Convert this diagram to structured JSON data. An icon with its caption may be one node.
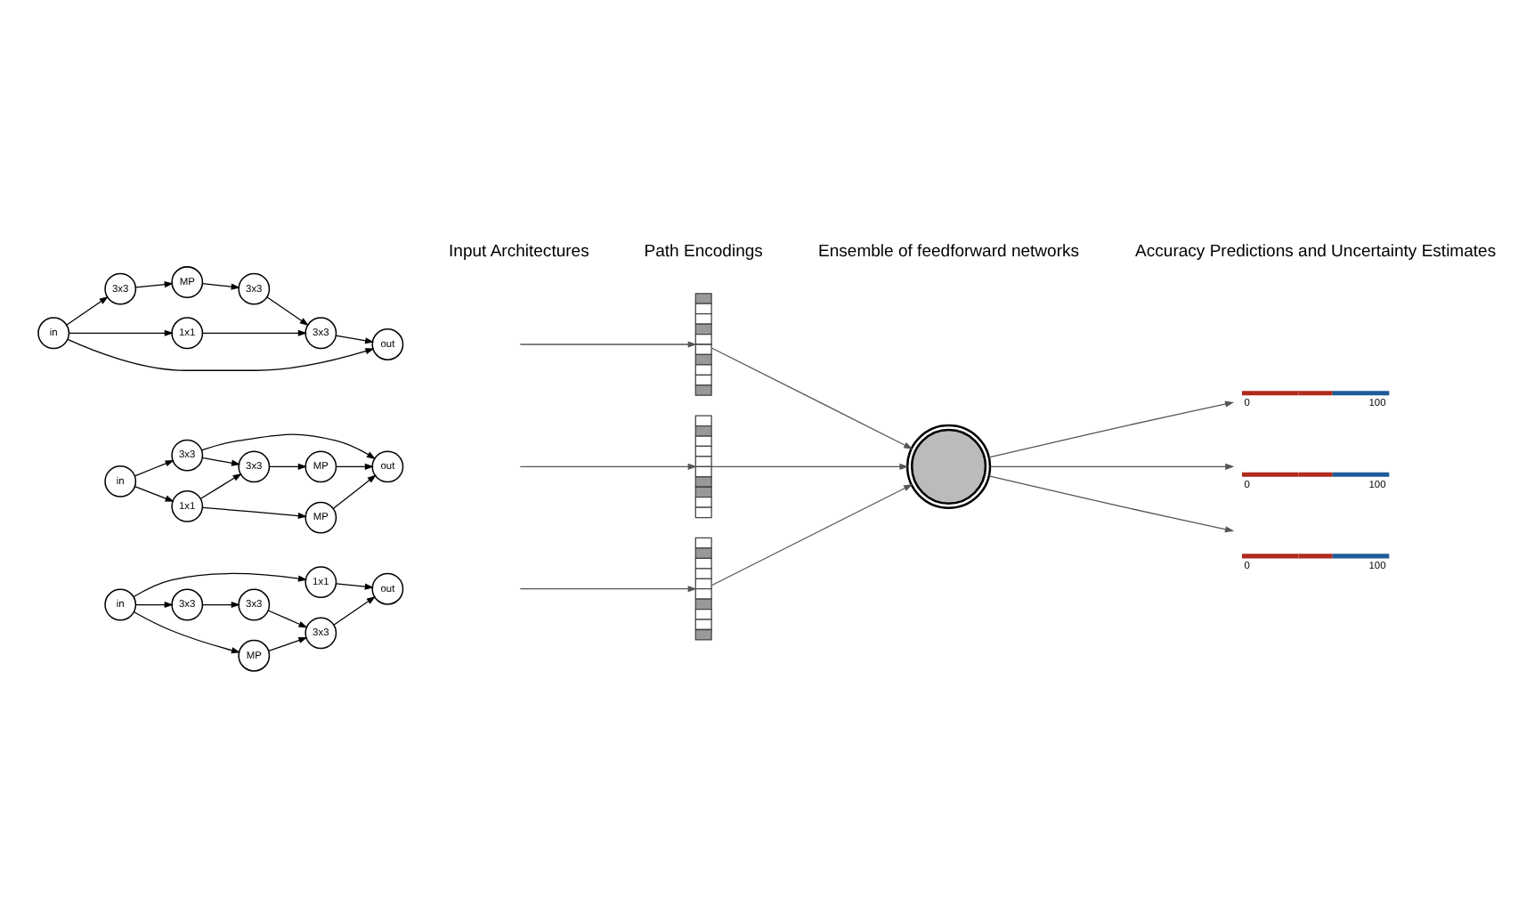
{
  "diagram": {
    "nodes": [
      {
        "text": [
          "out"
        ]
      },
      {
        "text": [
          "3x3"
        ]
      },
      {
        "text": [
          "3x3"
        ]
      },
      {
        "text": [
          "MP"
        ]
      },
      {
        "text": [
          "1x1"
        ]
      },
      {
        "text": [
          "3x3"
        ]
      },
      {
        "text": [
          "in"
        ]
      },
      {
        "text": [
          "out"
        ]
      },
      {
        "text": [
          "MP"
        ]
      },
      {
        "text": [
          "MP"
        ]
      },
      {
        "text": [
          "3x3"
        ]
      },
      {
        "text": [
          "1x1"
        ]
      },
      {
        "text": [
          "3x3"
        ]
      },
      {
        "text": [
          "in"
        ]
      },
      {
        "text": [
          "out"
        ]
      },
      {
        "text": [
          "3x3"
        ]
      },
      {
        "text": [
          "3x3"
        ]
      },
      {
        "text": [
          "MP"
        ]
      },
      {
        "text": [
          "1x1"
        ]
      },
      {
        "text": [
          "3x3"
        ]
      },
      {
        "text": [
          "in"
        ]
      },
      {
        "text": [],
        "shape": "bar"
      },
      {
        "text": [],
        "shape": "bar"
      },
      {
        "text": [],
        "shape": "bar"
      },
      {
        "text": [],
        "shape": "picture"
      },
      {
        "text": [],
        "shape": "picture",
        "beside": [
          "0",
          "100"
        ]
      },
      {
        "text": [],
        "shape": "picture",
        "beside": [
          "0",
          "100"
        ]
      },
      {
        "text": [],
        "shape": "picture",
        "beside": [
          "0",
          "100"
        ]
      }
    ],
    "edges": [
      {
        "from": 6,
        "to": 5,
        "arrow": "to"
      },
      {
        "from": 5,
        "to": 3,
        "arrow": "to"
      },
      {
        "from": 3,
        "to": 2,
        "arrow": "to"
      },
      {
        "from": 2,
        "to": 1,
        "arrow": "to"
      },
      {
        "from": 6,
        "to": 4,
        "arrow": "to"
      },
      {
        "from": 4,
        "to": 1,
        "arrow": "to"
      },
      {
        "from": 1,
        "to": 0,
        "arrow": "to"
      },
      {
        "from": 6,
        "to": 0,
        "arrow": "to"
      },
      {
        "from": 13,
        "to": 11,
        "arrow": "to"
      },
      {
        "from": 13,
        "to": 12,
        "arrow": "to"
      },
      {
        "from": 11,
        "to": 9,
        "arrow": "to"
      },
      {
        "from": 11,
        "to": 10,
        "arrow": "to"
      },
      {
        "from": 12,
        "to": 10,
        "arrow": "to"
      },
      {
        "from": 10,
        "to": 8,
        "arrow": "to"
      },
      {
        "from": 8,
        "to": 7,
        "arrow": "to"
      },
      {
        "from": 9,
        "to": 7,
        "arrow": "to"
      },
      {
        "from": 12,
        "to": 7,
        "arrow": "to"
      },
      {
        "from": 20,
        "to": 19,
        "arrow": "to"
      },
      {
        "from": 19,
        "to": 16,
        "arrow": "to"
      },
      {
        "from": 16,
        "to": 15,
        "arrow": "to"
      },
      {
        "from": 20,
        "to": 17,
        "arrow": "to"
      },
      {
        "from": 17,
        "to": 15,
        "arrow": "to"
      },
      {
        "from": 15,
        "to": 14,
        "arrow": "to"
      },
      {
        "from": 20,
        "to": 18,
        "arrow": "to"
      },
      {
        "from": 18,
        "to": 14,
        "arrow": "to"
      },
      {
        "from": null,
        "to": 21,
        "arrow": "to",
        "color": "#555555"
      },
      {
        "from": null,
        "to": 22,
        "arrow": "to",
        "color": "#555555"
      },
      {
        "from": null,
        "to": 23,
        "arrow": "to",
        "color": "#555555"
      },
      {
        "from": 21,
        "to": 24,
        "arrow": "to",
        "color": "#555555"
      },
      {
        "from": 22,
        "to": 24,
        "arrow": "to",
        "color": "#555555"
      },
      {
        "from": 23,
        "to": 24,
        "arrow": "to",
        "color": "#555555"
      },
      {
        "from": 24,
        "to": 25,
        "arrow": "to",
        "color": "#555555"
      },
      {
        "from": 24,
        "to": 26,
        "arrow": "to",
        "color": "#555555"
      },
      {
        "from": 24,
        "to": 27,
        "arrow": "to",
        "color": "#555555"
      }
    ],
    "labels": [
      "Input Architectures",
      "Path Encodings",
      "Ensemble of feedforward networks",
      "Accuracy Predictions and Uncertainty Estimates"
    ]
  }
}
